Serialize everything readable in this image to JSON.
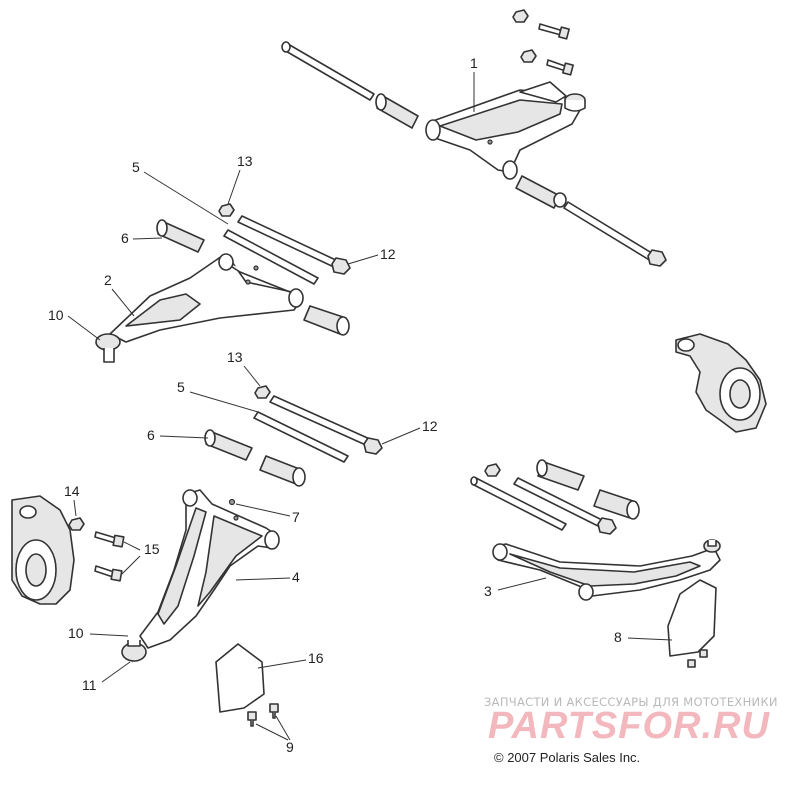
{
  "callouts": {
    "c1": "1",
    "c2": "2",
    "c3": "3",
    "c4": "4",
    "c5a": "5",
    "c5b": "5",
    "c6a": "6",
    "c6b": "6",
    "c7": "7",
    "c8": "8",
    "c9": "9",
    "c10a": "10",
    "c10b": "10",
    "c11": "11",
    "c12a": "12",
    "c12b": "12",
    "c13a": "13",
    "c13b": "13",
    "c14": "14",
    "c15": "15",
    "c16": "16"
  },
  "watermark": {
    "tagline": "ЗАПЧАСТИ И АКСЕССУАРЫ ДЛЯ МОТОТЕХНИКИ",
    "logo": "PARTSFOR.RU",
    "logo_color": "#f3b8bd"
  },
  "copyright": "© 2007 Polaris Sales Inc."
}
